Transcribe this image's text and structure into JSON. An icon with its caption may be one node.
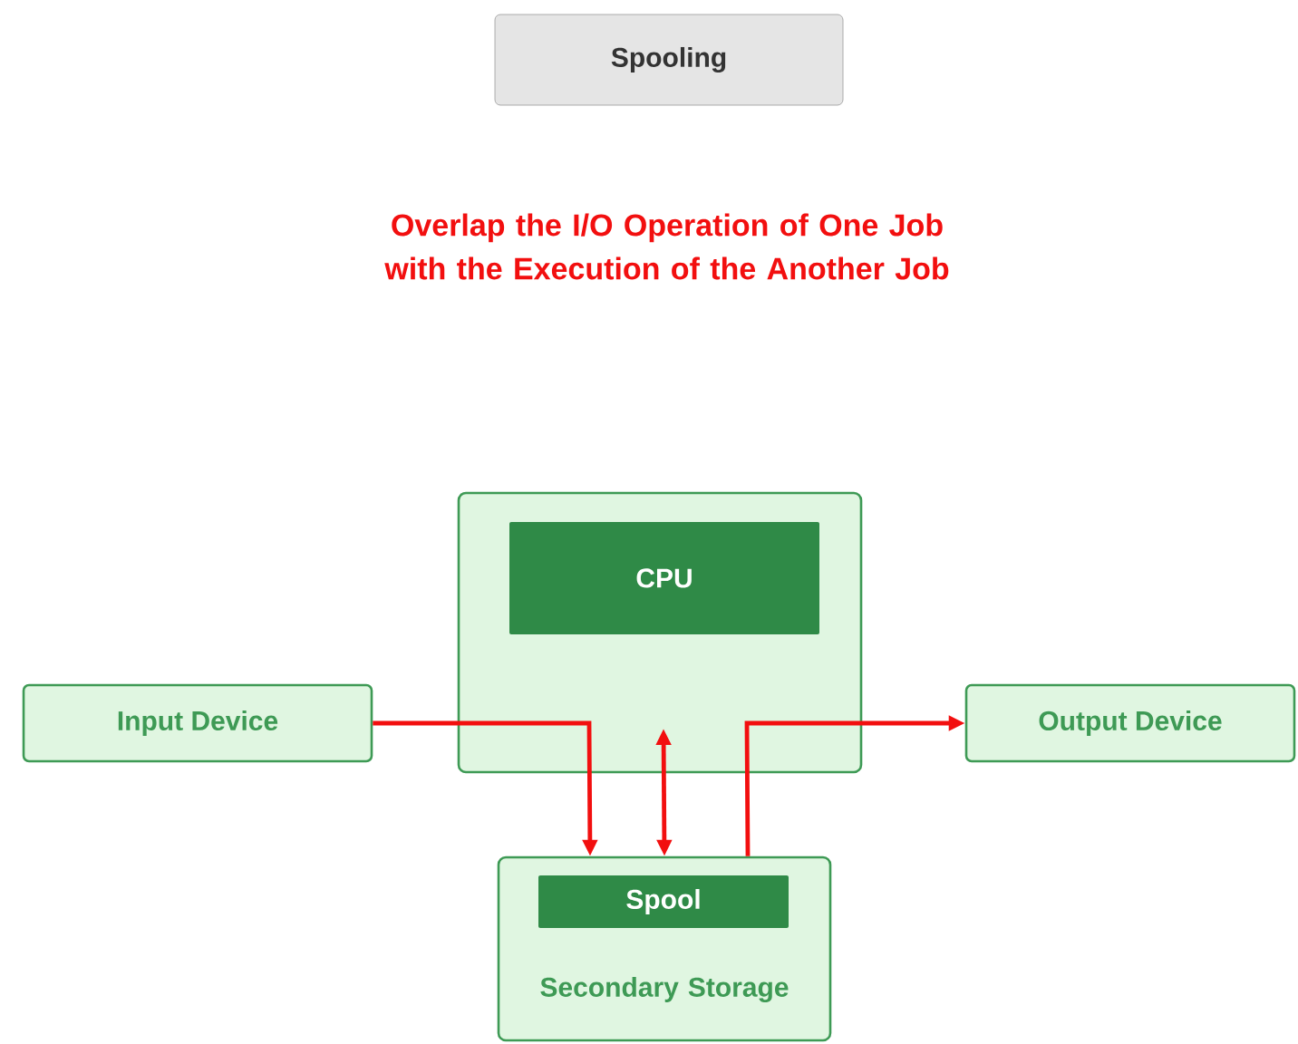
{
  "diagram": {
    "nodes": [
      {
        "text": [
          "Spooling"
        ]
      },
      {
        "text": [],
        "shape": "box"
      },
      {
        "text": [
          "CPU"
        ],
        "in": 1
      },
      {
        "text": [
          "Input Device"
        ]
      },
      {
        "text": [
          "Output Device"
        ]
      },
      {
        "text": [
          "Secondary Storage"
        ]
      },
      {
        "text": [
          "Spool"
        ],
        "in": 5
      }
    ],
    "edges": [
      {
        "from": 3,
        "to": 5,
        "arrow": "to"
      },
      {
        "from": 5,
        "to": 1,
        "arrow": "both"
      },
      {
        "from": 5,
        "to": 4,
        "arrow": "to"
      }
    ],
    "labels": [
      "Overlap the I/O Operation of One Job with the Execution of the Another Job"
    ]
  }
}
